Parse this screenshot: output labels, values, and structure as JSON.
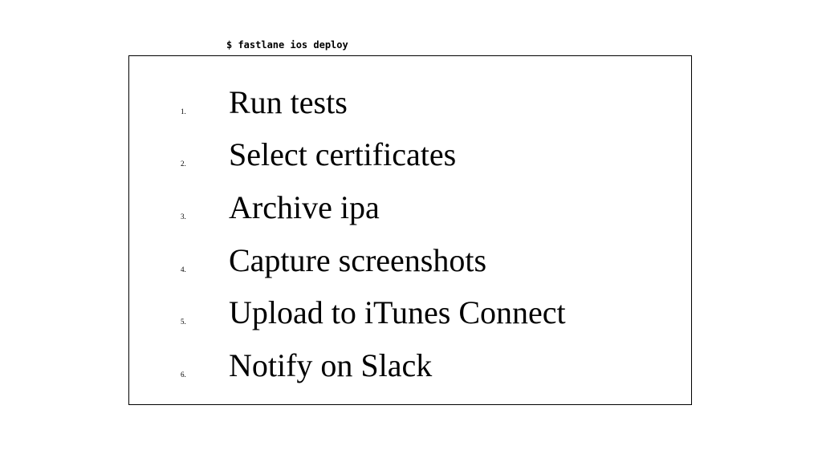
{
  "command": "$ fastlane ios deploy",
  "steps": [
    {
      "number": "1.",
      "label": "Run tests"
    },
    {
      "number": "2.",
      "label": "Select certificates"
    },
    {
      "number": "3.",
      "label": "Archive ipa"
    },
    {
      "number": "4.",
      "label": "Capture screenshots"
    },
    {
      "number": "5.",
      "label": "Upload to iTunes Connect"
    },
    {
      "number": "6.",
      "label": "Notify on Slack"
    }
  ]
}
